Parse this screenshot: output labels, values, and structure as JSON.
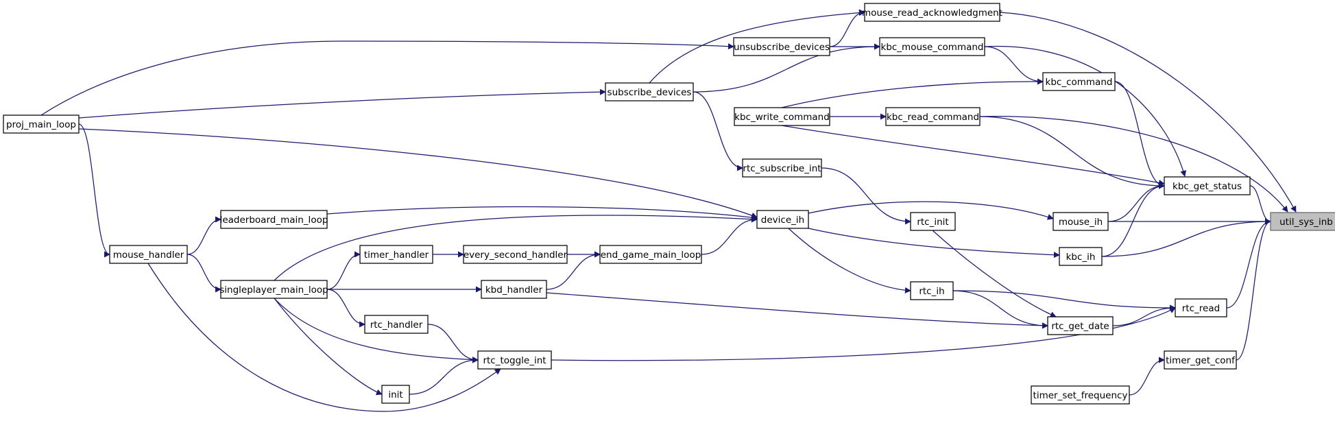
{
  "graph": {
    "root": "util_sys_inb",
    "colors": {
      "edge": "#191970",
      "node_border": "#000000",
      "root_fill": "#bfbfbf",
      "root_border": "#666666"
    },
    "nodes": [
      {
        "id": "util_sys_inb",
        "label": "util_sys_inb"
      },
      {
        "id": "kbc_get_status",
        "label": "kbc_get_status"
      },
      {
        "id": "mouse_ih",
        "label": "mouse_ih"
      },
      {
        "id": "kbc_ih",
        "label": "kbc_ih"
      },
      {
        "id": "rtc_read",
        "label": "rtc_read"
      },
      {
        "id": "timer_get_conf",
        "label": "timer_get_conf"
      },
      {
        "id": "timer_set_frequency",
        "label": "timer_set_frequency"
      },
      {
        "id": "mouse_read_acknowledgment",
        "label": "mouse_read_acknowledgment"
      },
      {
        "id": "kbc_mouse_command",
        "label": "kbc_mouse_command"
      },
      {
        "id": "kbc_command",
        "label": "kbc_command"
      },
      {
        "id": "kbc_read_command",
        "label": "kbc_read_command"
      },
      {
        "id": "kbc_write_command",
        "label": "kbc_write_command"
      },
      {
        "id": "unsubscribe_devices",
        "label": "unsubscribe_devices"
      },
      {
        "id": "subscribe_devices",
        "label": "subscribe_devices"
      },
      {
        "id": "rtc_subscribe_int",
        "label": "rtc_subscribe_int"
      },
      {
        "id": "rtc_init",
        "label": "rtc_init"
      },
      {
        "id": "rtc_ih",
        "label": "rtc_ih"
      },
      {
        "id": "rtc_get_date",
        "label": "rtc_get_date"
      },
      {
        "id": "device_ih",
        "label": "device_ih"
      },
      {
        "id": "leaderboard_main_loop",
        "label": "leaderboard_main_loop"
      },
      {
        "id": "end_game_main_loop",
        "label": "end_game_main_loop"
      },
      {
        "id": "every_second_handler",
        "label": "every_second_handler"
      },
      {
        "id": "timer_handler",
        "label": "timer_handler"
      },
      {
        "id": "kbd_handler",
        "label": "kbd_handler"
      },
      {
        "id": "rtc_handler",
        "label": "rtc_handler"
      },
      {
        "id": "rtc_toggle_int",
        "label": "rtc_toggle_int"
      },
      {
        "id": "init",
        "label": "init"
      },
      {
        "id": "singleplayer_main_loop",
        "label": "singleplayer_main_loop"
      },
      {
        "id": "mouse_handler",
        "label": "mouse_handler"
      },
      {
        "id": "proj_main_loop",
        "label": "proj_main_loop"
      }
    ],
    "edges": [
      {
        "from": "kbc_get_status",
        "to": "util_sys_inb"
      },
      {
        "from": "mouse_ih",
        "to": "util_sys_inb"
      },
      {
        "from": "kbc_ih",
        "to": "util_sys_inb"
      },
      {
        "from": "rtc_read",
        "to": "util_sys_inb"
      },
      {
        "from": "timer_get_conf",
        "to": "util_sys_inb"
      },
      {
        "from": "mouse_read_acknowledgment",
        "to": "util_sys_inb"
      },
      {
        "from": "kbc_read_command",
        "to": "util_sys_inb"
      },
      {
        "from": "kbc_mouse_command",
        "to": "kbc_get_status"
      },
      {
        "from": "kbc_command",
        "to": "kbc_get_status"
      },
      {
        "from": "kbc_read_command",
        "to": "kbc_get_status"
      },
      {
        "from": "kbc_write_command",
        "to": "kbc_get_status"
      },
      {
        "from": "mouse_ih",
        "to": "kbc_get_status"
      },
      {
        "from": "kbc_ih",
        "to": "kbc_get_status"
      },
      {
        "from": "kbc_mouse_command",
        "to": "kbc_command"
      },
      {
        "from": "kbc_write_command",
        "to": "kbc_command"
      },
      {
        "from": "kbc_write_command",
        "to": "kbc_read_command"
      },
      {
        "from": "unsubscribe_devices",
        "to": "mouse_read_acknowledgment"
      },
      {
        "from": "subscribe_devices",
        "to": "mouse_read_acknowledgment"
      },
      {
        "from": "unsubscribe_devices",
        "to": "kbc_mouse_command"
      },
      {
        "from": "subscribe_devices",
        "to": "kbc_mouse_command"
      },
      {
        "from": "proj_main_loop",
        "to": "unsubscribe_devices"
      },
      {
        "from": "proj_main_loop",
        "to": "subscribe_devices"
      },
      {
        "from": "subscribe_devices",
        "to": "rtc_subscribe_int"
      },
      {
        "from": "rtc_subscribe_int",
        "to": "rtc_init"
      },
      {
        "from": "device_ih",
        "to": "mouse_ih"
      },
      {
        "from": "device_ih",
        "to": "kbc_ih"
      },
      {
        "from": "device_ih",
        "to": "rtc_ih"
      },
      {
        "from": "rtc_ih",
        "to": "rtc_read"
      },
      {
        "from": "rtc_ih",
        "to": "rtc_get_date"
      },
      {
        "from": "rtc_init",
        "to": "rtc_get_date"
      },
      {
        "from": "kbd_handler",
        "to": "rtc_get_date"
      },
      {
        "from": "rtc_get_date",
        "to": "rtc_read"
      },
      {
        "from": "rtc_toggle_int",
        "to": "rtc_read"
      },
      {
        "from": "timer_set_frequency",
        "to": "timer_get_conf"
      },
      {
        "from": "proj_main_loop",
        "to": "device_ih"
      },
      {
        "from": "leaderboard_main_loop",
        "to": "device_ih"
      },
      {
        "from": "end_game_main_loop",
        "to": "device_ih"
      },
      {
        "from": "singleplayer_main_loop",
        "to": "device_ih"
      },
      {
        "from": "every_second_handler",
        "to": "end_game_main_loop"
      },
      {
        "from": "kbd_handler",
        "to": "end_game_main_loop"
      },
      {
        "from": "timer_handler",
        "to": "every_second_handler"
      },
      {
        "from": "singleplayer_main_loop",
        "to": "timer_handler"
      },
      {
        "from": "singleplayer_main_loop",
        "to": "kbd_handler"
      },
      {
        "from": "singleplayer_main_loop",
        "to": "rtc_handler"
      },
      {
        "from": "singleplayer_main_loop",
        "to": "rtc_toggle_int"
      },
      {
        "from": "singleplayer_main_loop",
        "to": "init"
      },
      {
        "from": "rtc_handler",
        "to": "rtc_toggle_int"
      },
      {
        "from": "init",
        "to": "rtc_toggle_int"
      },
      {
        "from": "mouse_handler",
        "to": "rtc_toggle_int"
      },
      {
        "from": "mouse_handler",
        "to": "leaderboard_main_loop"
      },
      {
        "from": "mouse_handler",
        "to": "singleplayer_main_loop"
      },
      {
        "from": "proj_main_loop",
        "to": "mouse_handler"
      }
    ]
  }
}
